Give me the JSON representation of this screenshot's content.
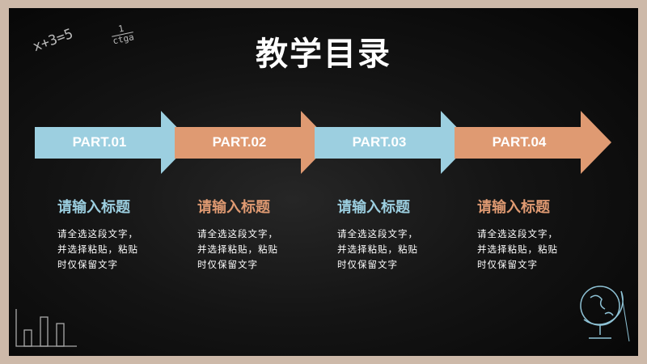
{
  "title": "教学目录",
  "colors": {
    "blue": "#9ccfe0",
    "orange": "#df9a72",
    "border": "#cdb9a9"
  },
  "doodles": {
    "equation": "x+3=5",
    "fraction_num": "1",
    "fraction_den": "ctga"
  },
  "parts": [
    {
      "label": "PART.01",
      "heading": "请输入标题",
      "body": [
        "请全选这段文字，",
        "并选择粘贴，粘贴",
        "时仅保留文字"
      ],
      "color": "blue"
    },
    {
      "label": "PART.02",
      "heading": "请输入标题",
      "body": [
        "请全选这段文字，",
        "并选择粘贴，粘贴",
        "时仅保留文字"
      ],
      "color": "orange"
    },
    {
      "label": "PART.03",
      "heading": "请输入标题",
      "body": [
        "请全选这段文字，",
        "并选择粘贴，粘贴",
        "时仅保留文字"
      ],
      "color": "blue"
    },
    {
      "label": "PART.04",
      "heading": "请输入标题",
      "body": [
        "请全选这段文字，",
        "并选择粘贴，粘贴",
        "时仅保留文字"
      ],
      "color": "orange"
    }
  ]
}
